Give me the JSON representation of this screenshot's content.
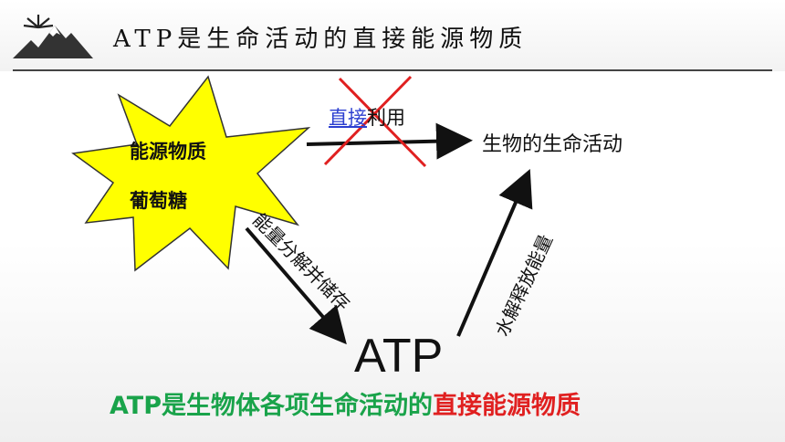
{
  "header": {
    "title": "ATP是生命活动的直接能源物质"
  },
  "source": {
    "line1": "能源物质",
    "line2": "葡萄糖"
  },
  "direct_use": {
    "underlined": "直接",
    "rest": "利用"
  },
  "target": "生物的生命活动",
  "atp_label": "ATP",
  "path_labels": {
    "store": "能量分解并储存",
    "release": "水解释放能量"
  },
  "conclusion": {
    "part1": "ATP是生物体各项生命活动的",
    "part2": "直接能源物质"
  },
  "colors": {
    "starburst": "#ffff00",
    "cross": "#e02020",
    "link": "#2c3fd0",
    "green": "#19a34a",
    "red": "#e02020"
  }
}
